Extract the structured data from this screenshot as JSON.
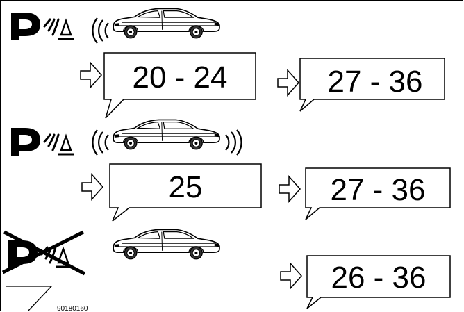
{
  "figure_code": "90180160",
  "rows": [
    {
      "symbol": "P",
      "symbol_crossed": false,
      "sensors": "rear",
      "values": [
        "20 - 24",
        "27 - 36"
      ]
    },
    {
      "symbol": "P",
      "symbol_crossed": false,
      "sensors": "front-and-rear",
      "values": [
        "25",
        "27 - 36"
      ]
    },
    {
      "symbol": "P",
      "symbol_crossed": true,
      "sensors": "none",
      "values": [
        "",
        "26 - 36"
      ]
    }
  ]
}
